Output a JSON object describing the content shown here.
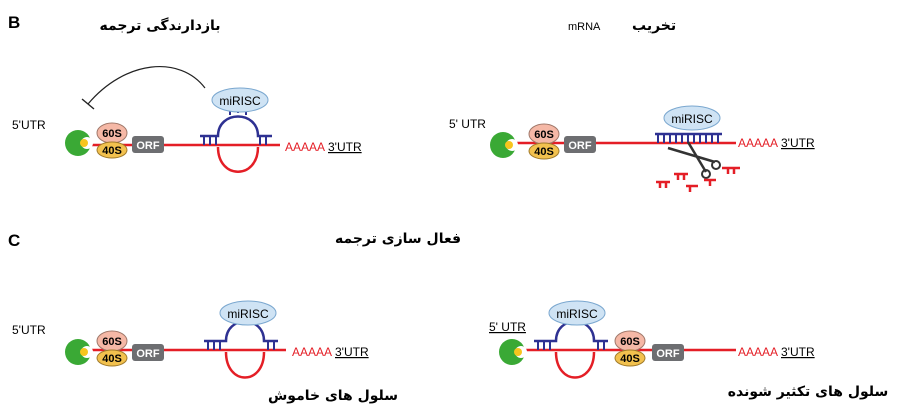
{
  "panels": {
    "b": "B",
    "c": "C"
  },
  "titles": {
    "repression": "بازدارندگی ترجمه",
    "degradation_fa": "تخریب",
    "degradation_en": "mRNA",
    "activation": "فعال سازی ترجمه",
    "quiescent": "سلول های خاموش",
    "proliferating": "سلول های تکثیر شونده"
  },
  "labels": {
    "utr5": "5'UTR",
    "utr5_spaced": "5' UTR",
    "utr3": "3'UTR",
    "polyA": "AAAAA",
    "ribo_large": "60S",
    "ribo_small": "40S",
    "orf": "ORF",
    "mirisc": "miRISC"
  },
  "colors": {
    "mrna": "#e41e26",
    "mirna": "#2e3192",
    "cap": "#3aa935",
    "cap_center": "#f7c51e",
    "ribo_60s": "#f5b8a6",
    "ribo_40s": "#f2c14e",
    "orf": "#6d6e71",
    "risc": "#cfe3f4"
  }
}
